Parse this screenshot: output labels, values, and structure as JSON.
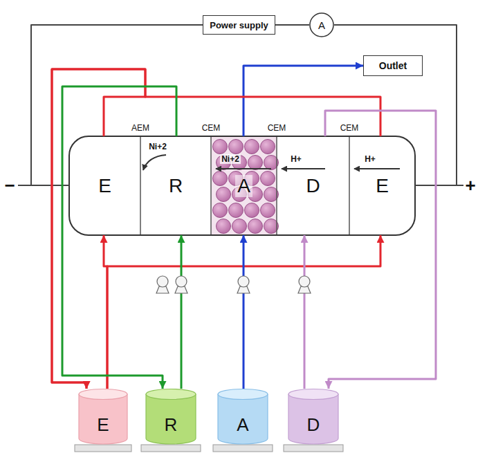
{
  "diagram": {
    "nodes": [
      {
        "text": [
          "Power supply"
        ]
      },
      {
        "text": [
          "A"
        ]
      },
      {
        "text": [
          "Outlet"
        ]
      },
      {
        "text": [
          "E"
        ]
      },
      {
        "text": [
          "R"
        ]
      },
      {
        "text": [
          "A"
        ]
      },
      {
        "text": [
          "D"
        ]
      },
      {
        "text": [
          "E"
        ]
      },
      {
        "text": [
          "E"
        ]
      },
      {
        "text": [
          "R"
        ]
      },
      {
        "text": [
          "A"
        ]
      },
      {
        "text": [
          "D"
        ]
      }
    ],
    "edges": [
      {
        "from": 0,
        "to": 1,
        "arrow": "none"
      },
      {
        "from": 0,
        "to": 3,
        "arrow": "none"
      },
      {
        "from": 1,
        "to": 7,
        "arrow": "none"
      },
      {
        "from": 5,
        "to": 2,
        "arrow": "to"
      },
      {
        "from": 3,
        "to": 8,
        "arrow": "to"
      },
      {
        "from": 7,
        "to": 8,
        "arrow": "to"
      },
      {
        "from": 8,
        "to": 3,
        "arrow": "to"
      },
      {
        "from": 8,
        "to": 7,
        "arrow": "to"
      },
      {
        "from": 9,
        "to": 4,
        "arrow": "to"
      },
      {
        "from": 4,
        "to": 9,
        "arrow": "to"
      },
      {
        "from": 10,
        "to": 5,
        "arrow": "to"
      },
      {
        "from": 11,
        "to": 6,
        "arrow": "to"
      },
      {
        "from": 6,
        "to": 11,
        "arrow": "to"
      }
    ],
    "labels": [
      "AEM",
      "CEM",
      "CEM",
      "CEM",
      "Ni+2",
      "Ni+2",
      "H+",
      "H+",
      "−",
      "+"
    ]
  }
}
